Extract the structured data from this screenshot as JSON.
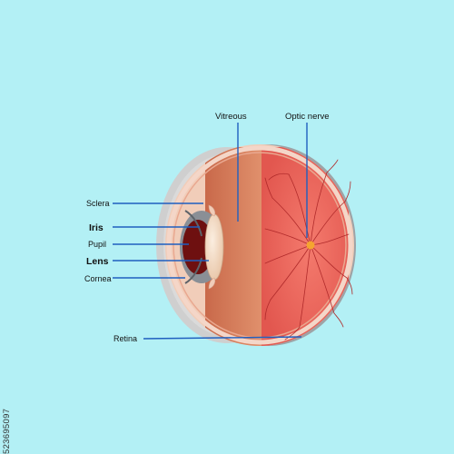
{
  "labels": {
    "vitreous": "Vitreous",
    "optic_nerve": "Optic nerve",
    "sclera": "Sclera",
    "iris": "Iris",
    "pupil": "Pupil",
    "lens": "Lens",
    "cornea": "Cornea",
    "retina": "Retina"
  },
  "watermark_id": "523695097",
  "colors": {
    "background": "#b3f0f5",
    "sclera_outer": "#cfcfcf",
    "sclera_rim": "#f4d6c8",
    "vitreous": "#d9835f",
    "retina": "#ee6f63",
    "vessels": "#b02a2a",
    "optic_disc": "#f5a430",
    "pupil": "#6e1010",
    "iris": "#8a8f96",
    "lens": "#f2d9c2",
    "leader_lines": "#1f5fbf"
  }
}
